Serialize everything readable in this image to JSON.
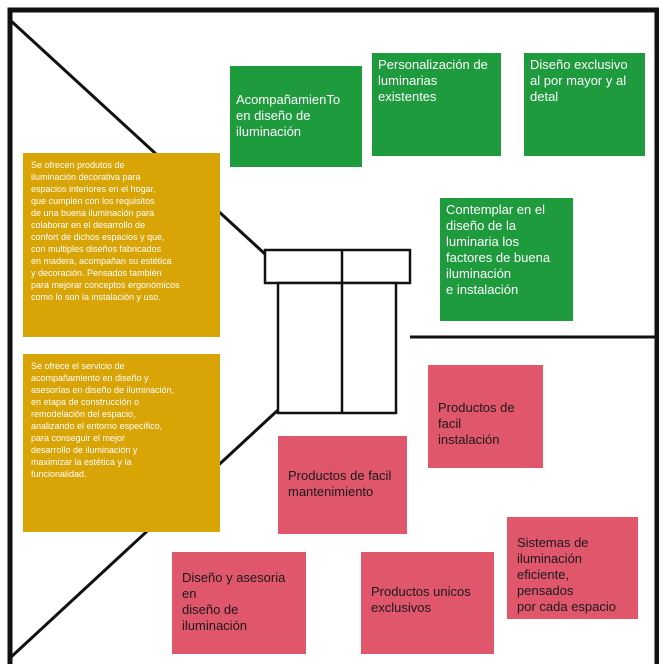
{
  "colors": {
    "green": "#1e9b3d",
    "red": "#e0566b",
    "yellow": "#d9a406",
    "line": "#111111"
  },
  "green_boxes": {
    "acompanamiento": "AcompañamienTo\n en diseño de\niluminación",
    "personalizacion": "Personalización de\nluminarias\nexistentes",
    "diseno_exclusivo": "Diseño exclusivo\nal por mayor y al\ndetal",
    "contemplar": "Contemplar en el\ndiseño de la\nluminaria los\nfactores de buena\niluminación\ne instalación"
  },
  "yellow_boxes": {
    "productos": "Se ofrecen produtos de\niluminación decorativa para\nespacios interiores en el hogar,\n que cumplen con los requisitos\nde una buena iluminación para\ncolaborar en el desarrollo de\nconfort de dichos espacios y que,\ncon multiples diseños fabricados\nen madera, acompañan su estética\ny decoración. Pensados también\npara mejorar conceptos ergonómicos\n como lo son la instalación y uso.",
    "servicio": "Se ofrece el servicio de\nacompañamiento en diseño y\nasesorías en diseño de iluminación,\nen etapa de construcción o\nremodelación del espacio,\nanalizando el entorno especifico,\npara conseguir el mejor\n desarrollo de iluminación y\nmaximizar la estética y la\nfuncionalidad."
  },
  "red_boxes": {
    "facil_instalacion": "Productos de facil\ninstalación",
    "facil_mantenimiento": "Productos de facil\nmantenimiento",
    "sistemas": "Sistemas de\niluminación\neficiente, pensados\npor cada espacio",
    "diseno_asesoria": "Diseño y asesoria\nen\ndiseño de\niluminación",
    "unicos": "Productos unicos\nexclusivos"
  }
}
